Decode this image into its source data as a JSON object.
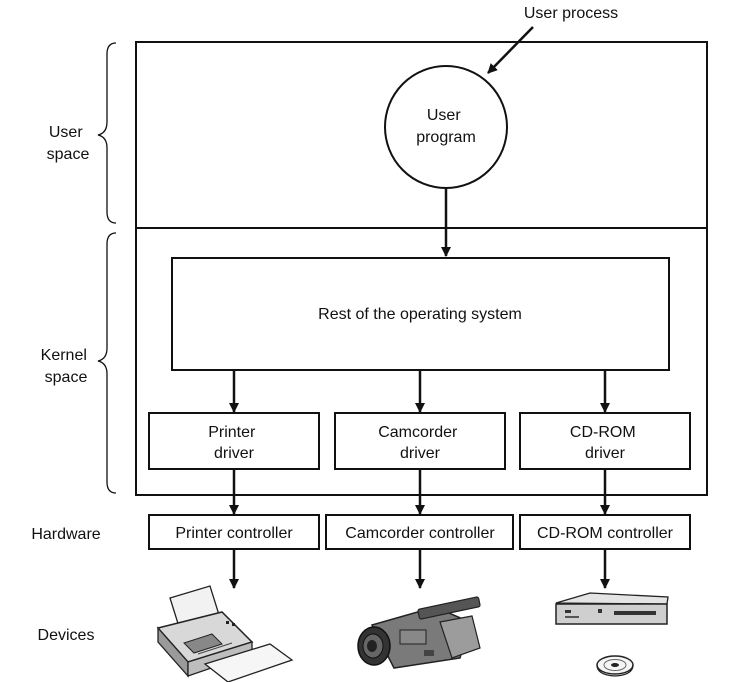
{
  "user_process": "User process",
  "user_program": [
    "User",
    "program"
  ],
  "user_space": [
    "User",
    "space"
  ],
  "kernel_space": [
    "Kernel",
    "space"
  ],
  "hardware": "Hardware",
  "devices": "Devices",
  "rest_of_os": "Rest of the operating system",
  "drivers": [
    [
      "Printer",
      "driver"
    ],
    [
      "Camcorder",
      "driver"
    ],
    [
      "CD-ROM",
      "driver"
    ]
  ],
  "controllers": [
    "Printer controller",
    "Camcorder controller",
    "CD-ROM controller"
  ],
  "icons": {
    "printer": "printer-icon",
    "camcorder": "camcorder-icon",
    "cdrom": "cdrom-drive-icon",
    "disc": "disc-icon"
  }
}
